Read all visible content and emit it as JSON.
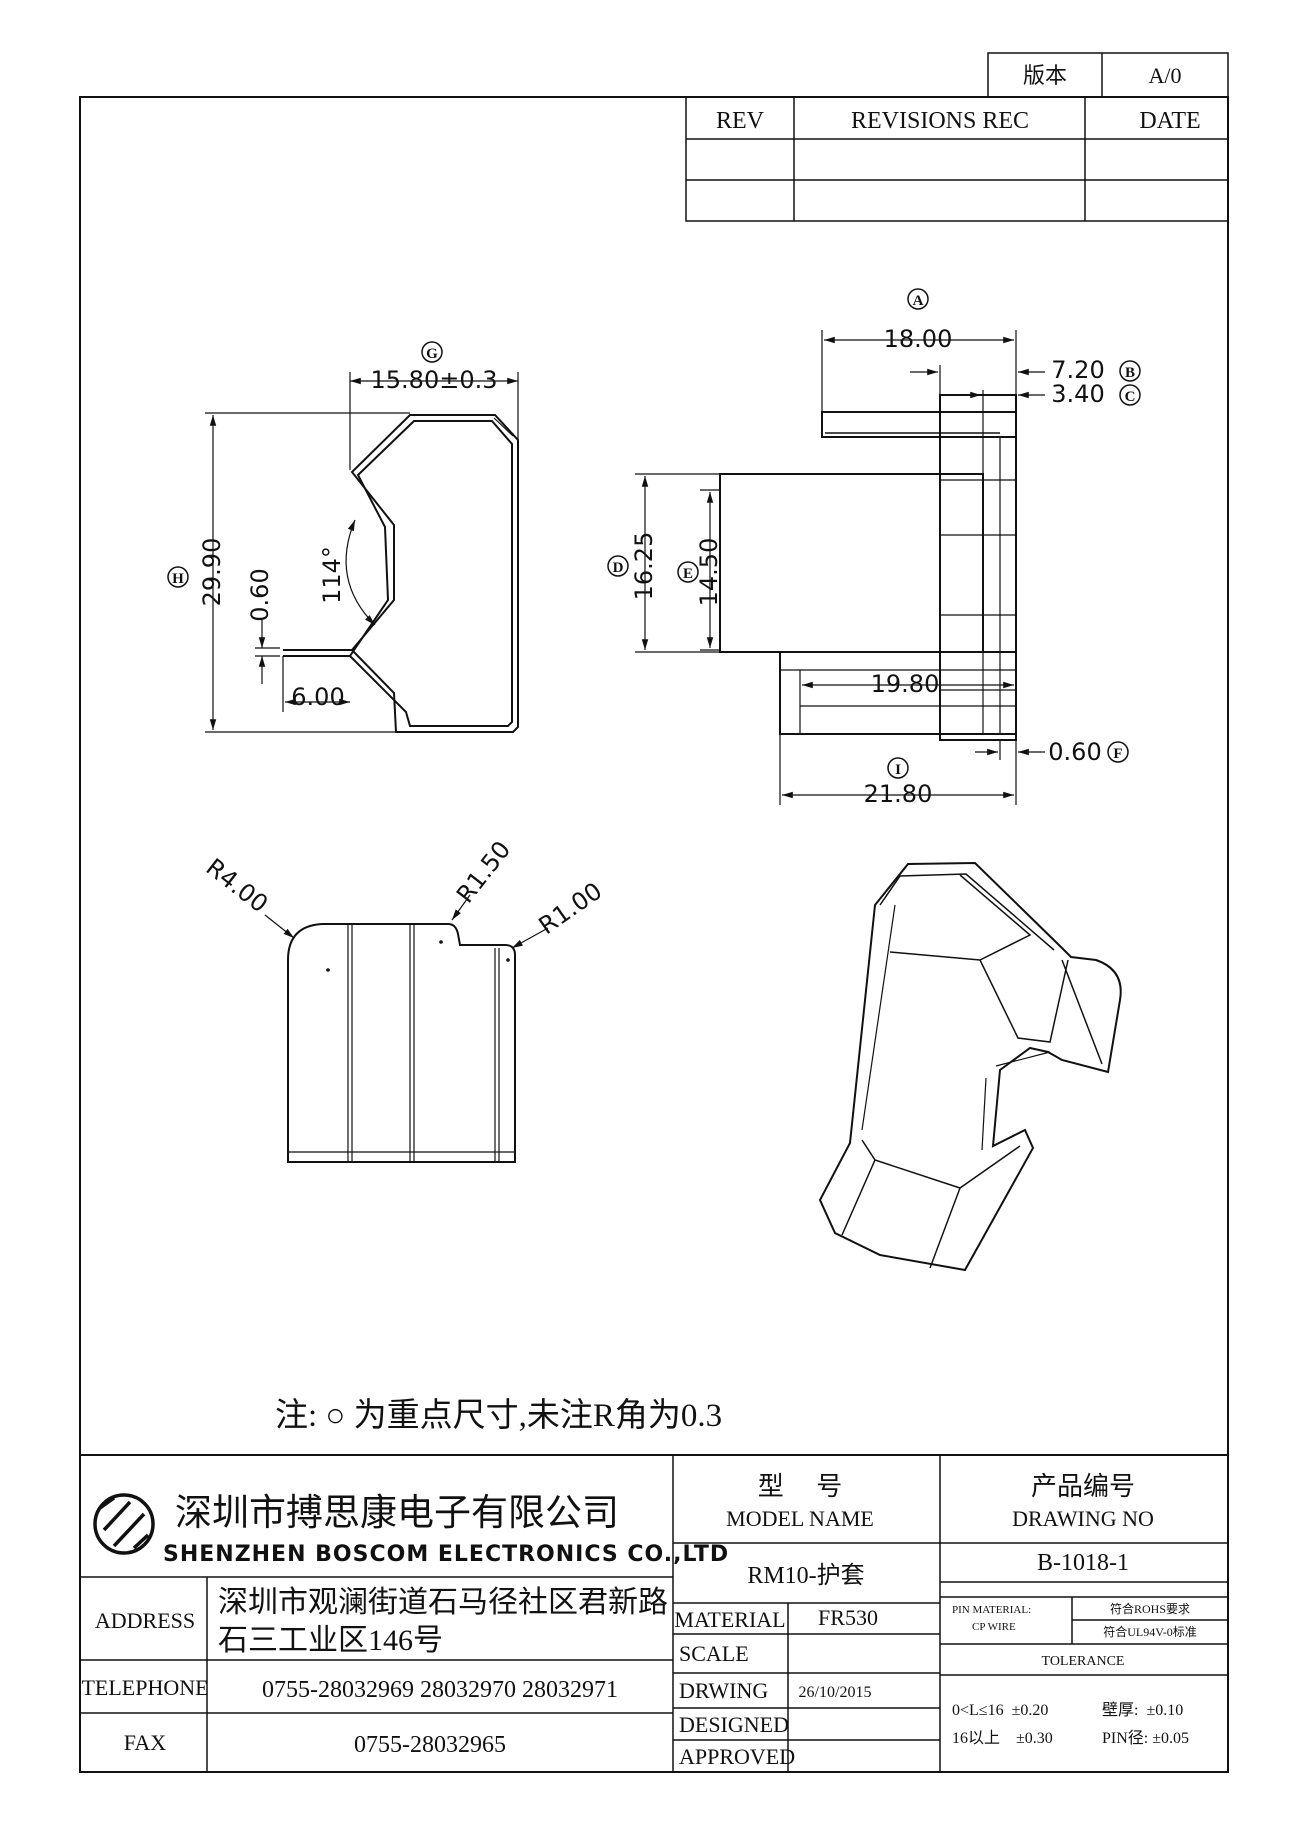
{
  "version_box": {
    "label": "版本",
    "value": "A/0"
  },
  "revisions": {
    "rev_header": "REV",
    "rec_header": "REVISIONS REC",
    "date_header": "DATE"
  },
  "dims": {
    "g_marker": "G",
    "g_value": "15.80±0.3",
    "h_marker": "H",
    "h_value": "29.90",
    "t_value": "0.60",
    "s_value": "6.00",
    "angle": "114°",
    "a_marker": "A",
    "a_value": "18.00",
    "b_marker": "B",
    "b_value": "7.20",
    "c_marker": "C",
    "c_value": "3.40",
    "d_marker": "D",
    "d_value": "16.25",
    "e_marker": "E",
    "e_value": "14.50",
    "inner_value": "19.80",
    "i_marker": "I",
    "i_value": "21.80",
    "f_marker": "F",
    "f_value": "0.60",
    "r1": "R4.00",
    "r2": "R1.50",
    "r3": "R1.00"
  },
  "note": "注: ○ 为重点尺寸,未注R角为0.3",
  "company": {
    "name_cn": "深圳市搏思康电子有限公司",
    "name_en": "SHENZHEN BOSCOM ELECTRONICS CO.,LTD",
    "address_label": "ADDRESS",
    "address_line1": "深圳市观澜街道石马径社区君新路",
    "address_line2": "石三工业区146号",
    "telephone_label": "TELEPHONE",
    "telephone": "0755-28032969 28032970 28032971",
    "fax_label": "FAX",
    "fax": "0755-28032965"
  },
  "model": {
    "label_cn": "型     号",
    "label_en": "MODEL NAME",
    "value": "RM10-护套"
  },
  "drawing": {
    "label_cn": "产品编号",
    "label_en": "DRAWING NO",
    "value": "B-1018-1"
  },
  "material": {
    "label": "MATERIAL",
    "value": "FR530"
  },
  "scale": {
    "label": "SCALE",
    "value": ""
  },
  "drwing": {
    "label": "DRWING",
    "value": "26/10/2015"
  },
  "designed": {
    "label": "DESIGNED",
    "value": ""
  },
  "approved": {
    "label": "APPROVED",
    "value": ""
  },
  "pin_material": {
    "label1": "PIN MATERIAL:",
    "label2": "CP WIRE",
    "value1": "符合ROHS要求",
    "value2": "符合UL94V-0标准"
  },
  "tolerance": {
    "label": "TOLERANCE",
    "line1a": "0<L≤16  ±0.20",
    "line1b": "壁厚:  ±0.10",
    "line2a": "16以上    ±0.30",
    "line2b": "PIN径: ±0.05"
  },
  "colors": {
    "ink": "#111111",
    "paper": "#ffffff"
  }
}
